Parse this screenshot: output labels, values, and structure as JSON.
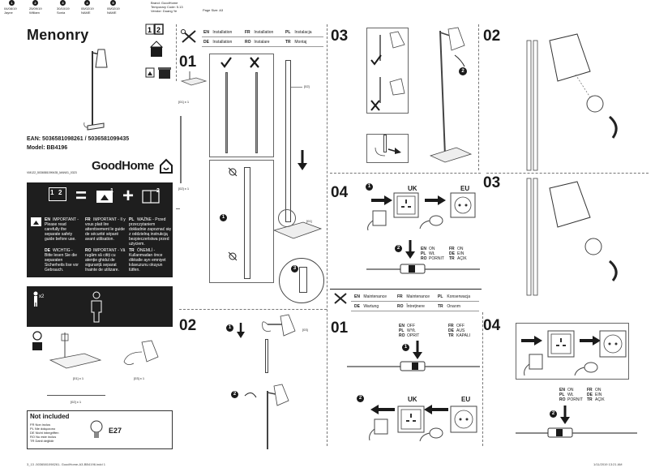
{
  "header": {
    "dates": [
      {
        "date": "04/08/19",
        "name": "Jayne"
      },
      {
        "date": "25/09/19",
        "name": "William"
      },
      {
        "date": "30/10/19",
        "name": "Sonia"
      },
      {
        "date": "05/02/19",
        "name": "NAME"
      },
      {
        "date": "05/02/19",
        "name": "NAME"
      }
    ],
    "circles": [
      "1",
      "2",
      "3",
      "4",
      "5"
    ],
    "brand_line": "Brand: GoodHome",
    "temp_code": "Temporary Code: 5.13",
    "vendor": "Vendor: Duang Ye",
    "page_size": "Page Size: A3"
  },
  "cover": {
    "title": "Menonry",
    "ean": "EAN: 5036581098261 / 5036581099435",
    "model": "Model: BB4196",
    "small_code": "VM122_5036581099435_MAN01_0323",
    "brand": "GoodHome"
  },
  "important": {
    "pieces": [
      "1",
      "2"
    ],
    "equals": "=",
    "plus": "+",
    "items": [
      {
        "code": "EN",
        "text": "IMPORTANT - Please read carefully the separate safety guide before use."
      },
      {
        "code": "FR",
        "text": "IMPORTANT - Il y vous plait lire attentivement le guide de sécurité séparé avant utilisation."
      },
      {
        "code": "PL",
        "text": "WAŻNE - Przed przeczytaniem dokładnie zapoznać się z oddzielną instrukcją bezpieczeństwa przed użyciem."
      },
      {
        "code": "DE",
        "text": "WICHTIG - Bitte lesen Sie die separaten Sicherheits lise vor Gebrauch."
      },
      {
        "code": "RO",
        "text": "IMPORTANT - Vă rugăm să citiți cu atenție ghidul de siguranță separat înainte de utilizare."
      },
      {
        "code": "TR",
        "text": "ÖNEMLİ - Kullanmadan önce dikkatle ayrı emniyet kılavuzunu okuyun lütfen."
      }
    ]
  },
  "person_box": {
    "label": "x2"
  },
  "parts": {
    "p01": "[01] x 1",
    "p02": "[02] x 1",
    "p03": "[03] x 1"
  },
  "not_included": {
    "title": "Not included",
    "lines": [
      "FR Non inclus",
      "PL Nie dołączono",
      "DE Nicht inbegriffen",
      "RO Nu este inclus",
      "TR Dahil değildir"
    ],
    "bulb": "E27"
  },
  "install": {
    "rows": [
      [
        {
          "code": "EN",
          "text": "Installation"
        },
        {
          "code": "FR",
          "text": "Installation"
        },
        {
          "code": "PL",
          "text": "Instalacja"
        }
      ],
      [
        {
          "code": "DE",
          "text": "Installation"
        },
        {
          "code": "RO",
          "text": "Instalare"
        },
        {
          "code": "TR",
          "text": "Montaj"
        }
      ]
    ]
  },
  "maintenance": {
    "rows": [
      [
        {
          "code": "EN",
          "text": "Maintenance"
        },
        {
          "code": "FR",
          "text": "Maintenance"
        },
        {
          "code": "PL",
          "text": "Konserwacja"
        }
      ],
      [
        {
          "code": "DE",
          "text": "Wartung"
        },
        {
          "code": "RO",
          "text": "Întreținere"
        },
        {
          "code": "TR",
          "text": "Onarım"
        }
      ]
    ]
  },
  "steps": {
    "s01": "01",
    "s02": "02",
    "s03": "03",
    "s04": "04",
    "m01": "01",
    "m02": "02",
    "m03": "03",
    "m04": "04"
  },
  "labels": {
    "l01": "[01]",
    "l02": "[02]",
    "l03": "[03]",
    "uk": "UK",
    "eu": "EU"
  },
  "onoff": {
    "on": [
      {
        "code": "EN",
        "text": "ON"
      },
      {
        "code": "PL",
        "text": "WŁ"
      },
      {
        "code": "RO",
        "text": "PORNIT"
      }
    ],
    "on2": [
      {
        "code": "FR",
        "text": "ON"
      },
      {
        "code": "DE",
        "text": "EIN"
      },
      {
        "code": "TR",
        "text": "AÇIK"
      }
    ],
    "off": [
      {
        "code": "EN",
        "text": "OFF"
      },
      {
        "code": "PL",
        "text": "WYŁ"
      },
      {
        "code": "RO",
        "text": "OPRIT"
      }
    ],
    "off2": [
      {
        "code": "FR",
        "text": "OFF"
      },
      {
        "code": "DE",
        "text": "AUS"
      },
      {
        "code": "TR",
        "text": "KAPALI"
      }
    ]
  },
  "footer": {
    "left": "3_13 -5036581098261- GoodHome-A3-BB4196.indd   1",
    "right": "1/11/2019   13:21 AM"
  }
}
